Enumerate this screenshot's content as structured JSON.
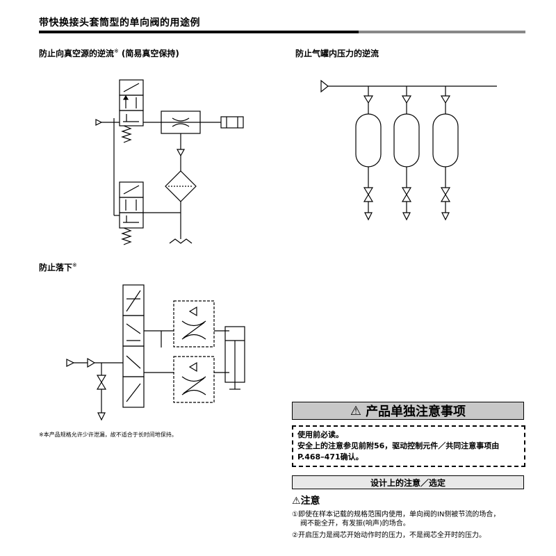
{
  "header": {
    "title": "带快换接头套筒型的单向阀的用途例"
  },
  "sections": {
    "vacuum": {
      "label": "防止向真空源的逆流",
      "mark": "※",
      "suffix": " (简易真空保持)"
    },
    "tank": {
      "label": "防止气罐内压力的逆流"
    },
    "drop": {
      "label": "防止落下",
      "mark": "※"
    }
  },
  "footnote": "※本产品规格允许少许泄漏，故不适合于长时间地保持。",
  "warning": {
    "icon": "warning-triangle-icon",
    "title": "产品单独注意事项",
    "notice_lines": [
      "使用前必读。",
      "安全上的注意参见前附56，驱动控制元件／共同注意事项由",
      "P.468–471确认。"
    ],
    "design_bar": "设计上的注意／选定",
    "caution_title": "注意",
    "caution_items": [
      {
        "line1": "①即使在样本记载的规格范围内使用，单向阀的IN侧被节流的场合，",
        "line2": "阀不能全开，有发振(响声)的场合。"
      },
      {
        "line1": "②开启压力是阀芯开始动作时的压力，不是阀芯全开时的压力。",
        "line2": ""
      }
    ]
  }
}
